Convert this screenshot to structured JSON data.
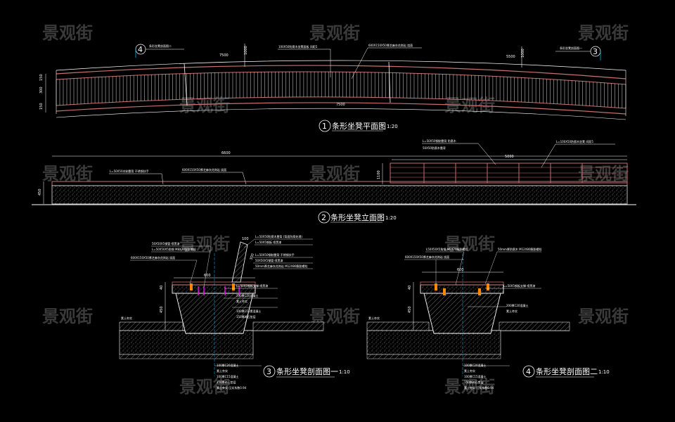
{
  "watermark": "景观街",
  "views": [
    {
      "num": "1",
      "title": "条形坐凳平面图",
      "scale": "1:20"
    },
    {
      "num": "2",
      "title": "条形坐凳立面图",
      "scale": "1:20"
    },
    {
      "num": "3",
      "title": "条形坐凳剖面图一",
      "scale": "1:10"
    },
    {
      "num": "4",
      "title": "条形坐凳剖面图二",
      "scale": "1:10"
    }
  ],
  "plan": {
    "callout_left": "4",
    "callout_right": "3",
    "callout_left_note": "条形坐凳剖面图二",
    "callout_right_note": "条形坐凳剖面图一",
    "dim_top_left": "7500",
    "dim_top_right": "5500",
    "dim_bottom": "7500",
    "note_center": "100X50防腐木坐凳面板  间距5",
    "note_right": "600X150X50厚芝麻灰花岗岩  烧面",
    "dims_left": [
      "150",
      "300",
      "150"
    ],
    "dim_vert_a": "1000",
    "dim_vert_b": "1000"
  },
  "elevation": {
    "dim_total": "6600",
    "dim_right": "5000",
    "note_left": "L=50X50木制靠背 不锈钢扶手",
    "note_mid": "600X150X50厚芝麻灰花岗岩  烧面",
    "note_right_a": "L=50X50钢制靠背 防腐木",
    "note_right_b": "50X50防腐木靠背",
    "note_right_c": "L=100X50防腐木坐凳  间距5"
  },
  "section1": {
    "notes_left": [
      "50X50X5钢管  喷黑漆",
      "L=50X50X5角钢  M8X70膨胀螺栓",
      "600X150X50厚芝麻灰花岗岩  烧面"
    ],
    "notes_right": [
      "L=50X50防腐木靠背  (背面防腐处理)",
      "L=50X5钢板  喷黑漆",
      "L=50X50钢制靠背 不锈钢扶手",
      "50X50X5钢管  喷黑漆",
      "50mm厚芝麻灰花岗岩  M12X80膨胀螺栓"
    ],
    "notes_mid": [
      "L=50X5钢板支撑  喷黑漆",
      "200厚C20混凝土",
      "素土夯实",
      "100厚C15素混凝土",
      "150厚碎石垫层"
    ],
    "notes_bottom": [
      "100厚C20混凝土",
      "素土夯实",
      "100厚C15混凝土",
      "150厚碎石垫层",
      "素土夯实  压实系数0.94"
    ],
    "dims": [
      "100",
      "300",
      "40",
      "450",
      "600"
    ]
  },
  "section2": {
    "notes_top": [
      "L50X50X5角钢  M8X70膨胀螺栓",
      "600X150X50厚芝麻灰花岗岩  烧面",
      "50mm厚防腐木  M12X80膨胀螺栓"
    ],
    "notes_mid": [
      "L=50X5钢板支撑  喷黑漆",
      "200厚C20混凝土",
      "素土夯实"
    ],
    "notes_bottom": [
      "100厚C20混凝土",
      "素土夯实",
      "100厚C15混凝土",
      "150厚碎石垫层",
      "素土夯实  压实系数0.94"
    ],
    "dims": [
      "600",
      "450",
      "40"
    ]
  }
}
